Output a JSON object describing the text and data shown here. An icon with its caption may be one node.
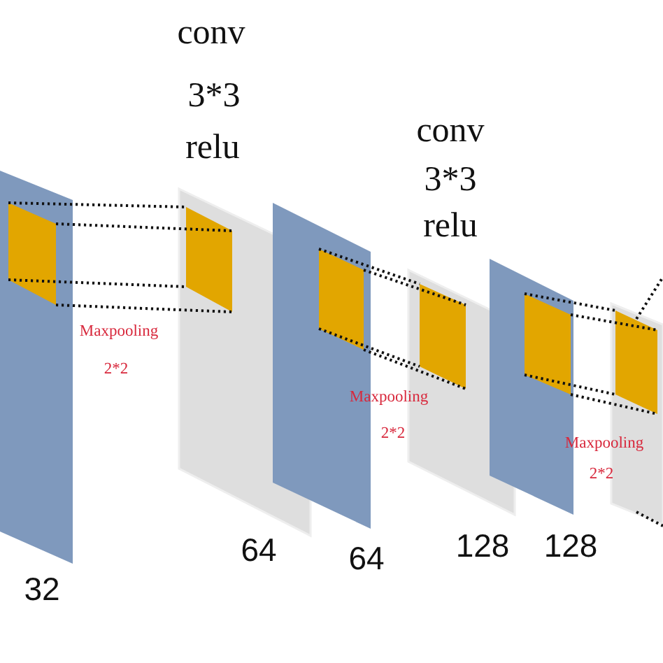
{
  "diagram": {
    "nodes": [
      {
        "text": [],
        "shape": "box",
        "beside": [
          "32"
        ]
      },
      {
        "text": [],
        "shape": "box",
        "in": 0
      },
      {
        "text": [],
        "shape": "box",
        "beside": [
          "64"
        ]
      },
      {
        "text": [],
        "shape": "box",
        "in": 2
      },
      {
        "text": [],
        "shape": "box",
        "beside": [
          "64"
        ]
      },
      {
        "text": [],
        "shape": "box",
        "in": 4
      },
      {
        "text": [],
        "shape": "box",
        "beside": [
          "128"
        ]
      },
      {
        "text": [],
        "shape": "box",
        "in": 6
      },
      {
        "text": [],
        "shape": "box",
        "beside": [
          "128"
        ]
      },
      {
        "text": [],
        "shape": "box",
        "in": 8
      },
      {
        "text": [],
        "shape": "box"
      },
      {
        "text": [],
        "shape": "box",
        "in": 10
      }
    ],
    "edges": [
      {
        "from": 1,
        "to": 3,
        "arrow": "none",
        "style": "dashed"
      },
      {
        "from": 1,
        "to": 3,
        "arrow": "none",
        "style": "dashed"
      },
      {
        "from": 1,
        "to": 3,
        "arrow": "none",
        "style": "dashed"
      },
      {
        "from": 1,
        "to": 3,
        "arrow": "none",
        "style": "dashed"
      },
      {
        "from": 5,
        "to": 7,
        "arrow": "none",
        "style": "dashed"
      },
      {
        "from": 5,
        "to": 7,
        "arrow": "none",
        "style": "dashed"
      },
      {
        "from": 5,
        "to": 7,
        "arrow": "none",
        "style": "dashed"
      },
      {
        "from": 5,
        "to": 7,
        "arrow": "none",
        "style": "dashed"
      },
      {
        "from": 9,
        "to": 11,
        "arrow": "none",
        "style": "dashed"
      },
      {
        "from": 9,
        "to": 11,
        "arrow": "none",
        "style": "dashed"
      },
      {
        "from": 9,
        "to": 11,
        "arrow": "none",
        "style": "dashed"
      },
      {
        "from": 9,
        "to": 11,
        "arrow": "none",
        "style": "dashed"
      },
      {
        "from": 11,
        "to": null,
        "arrow": "none",
        "style": "dashed"
      },
      {
        "from": 10,
        "to": null,
        "arrow": "none",
        "style": "dashed"
      }
    ],
    "labels": [
      "conv",
      "3*3",
      "relu",
      "conv",
      "3*3",
      "relu",
      "Maxpooling",
      "2*2",
      "Maxpooling",
      "2*2",
      "Maxpooling",
      "2*2"
    ]
  }
}
